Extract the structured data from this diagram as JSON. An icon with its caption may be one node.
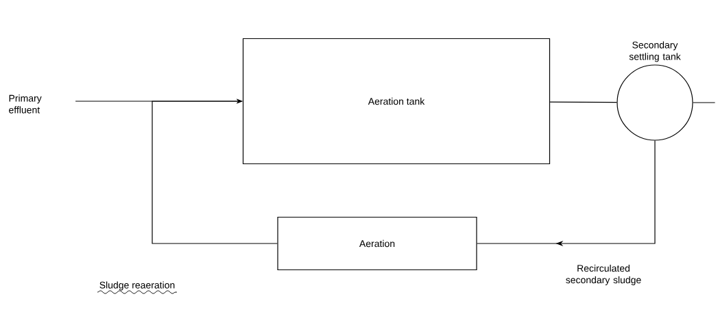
{
  "diagram": {
    "nodes": [
      {
        "text": [
          "Primary effluent"
        ]
      },
      {
        "text": [
          "Aeration tank"
        ]
      },
      {
        "text": [
          "Secondary settling tank"
        ]
      },
      {
        "text": [
          "Aeration"
        ]
      }
    ],
    "edges": [
      {
        "from": 0,
        "to": 1,
        "arrow": "to"
      },
      {
        "from": 3,
        "to": 1,
        "arrow": "to"
      },
      {
        "from": 1,
        "to": 2,
        "arrow": "none"
      },
      {
        "from": 2,
        "to": null,
        "arrow": "none"
      },
      {
        "from": 2,
        "to": 3,
        "arrow": "to",
        "label": "Recirculated secondary sludge"
      }
    ],
    "labels": [
      "Sludge reaeration"
    ]
  }
}
